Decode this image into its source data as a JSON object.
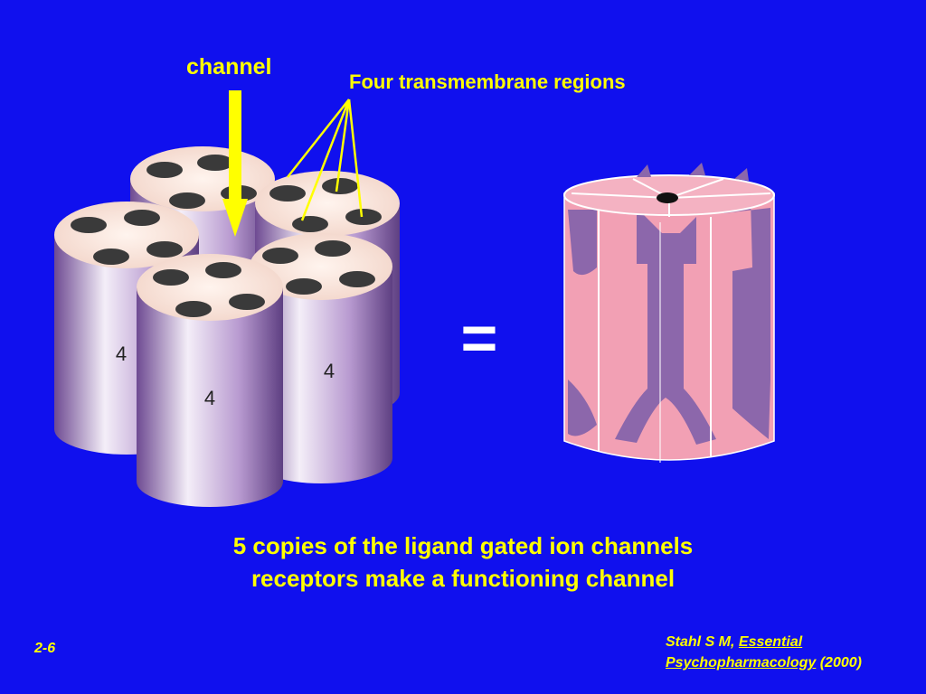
{
  "labels": {
    "channel": "channel",
    "transmembrane": "Four transmembrane regions",
    "equals": "="
  },
  "subunits": [
    {
      "number": "4"
    },
    {
      "number": "4"
    },
    {
      "number": "4"
    }
  ],
  "caption": {
    "line1": "5 copies of the ligand gated ion channels",
    "line2": "receptors make a functioning channel"
  },
  "footer": {
    "slide_number": "2-6",
    "citation_author": "Stahl S M, ",
    "citation_title_1": "Essential",
    "citation_title_2": "Psychopharmacology",
    "citation_year": " (2000)"
  },
  "colors": {
    "background": "#1010ee",
    "text": "#ffff00",
    "cylinder_top": "#f8e2d8",
    "hole": "#3a3a3a",
    "receptor_pink": "#f2a0b4",
    "receptor_purple": "#8c67ab"
  }
}
